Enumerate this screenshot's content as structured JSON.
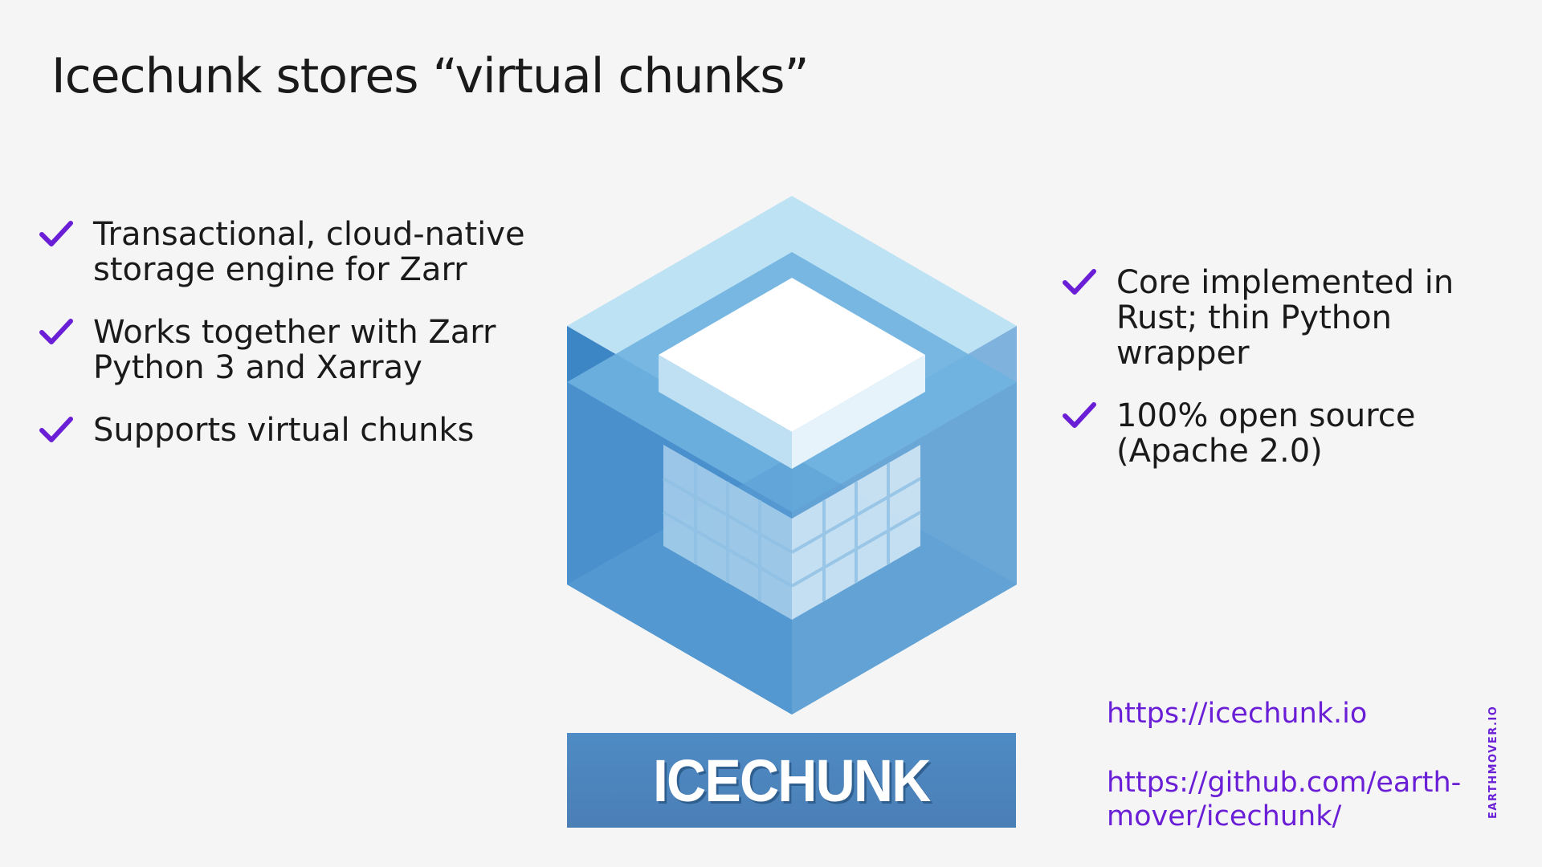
{
  "slide": {
    "title": "Icechunk stores “virtual chunks”",
    "left_bullets": [
      "Transactional, cloud-native storage engine for Zarr",
      "Works together with Zarr Python 3 and Xarray",
      "Supports virtual chunks"
    ],
    "right_bullets": [
      "Core implemented in Rust; thin Python wrapper",
      "100% open source (Apache 2.0)"
    ],
    "brand_text": "ICECHUNK",
    "links": [
      "https://icechunk.io",
      "https://github.com/earth-mover/icechunk/"
    ],
    "footer": "EARTHMOVER.IO"
  },
  "colors": {
    "accent": "#6a1fd6",
    "logo_light": "#bde2f4",
    "logo_mid": "#5b9fd3",
    "logo_dark": "#3c86c6",
    "brand_bg": "#4f8bc4"
  },
  "icons": {
    "bullet": "check-icon"
  }
}
